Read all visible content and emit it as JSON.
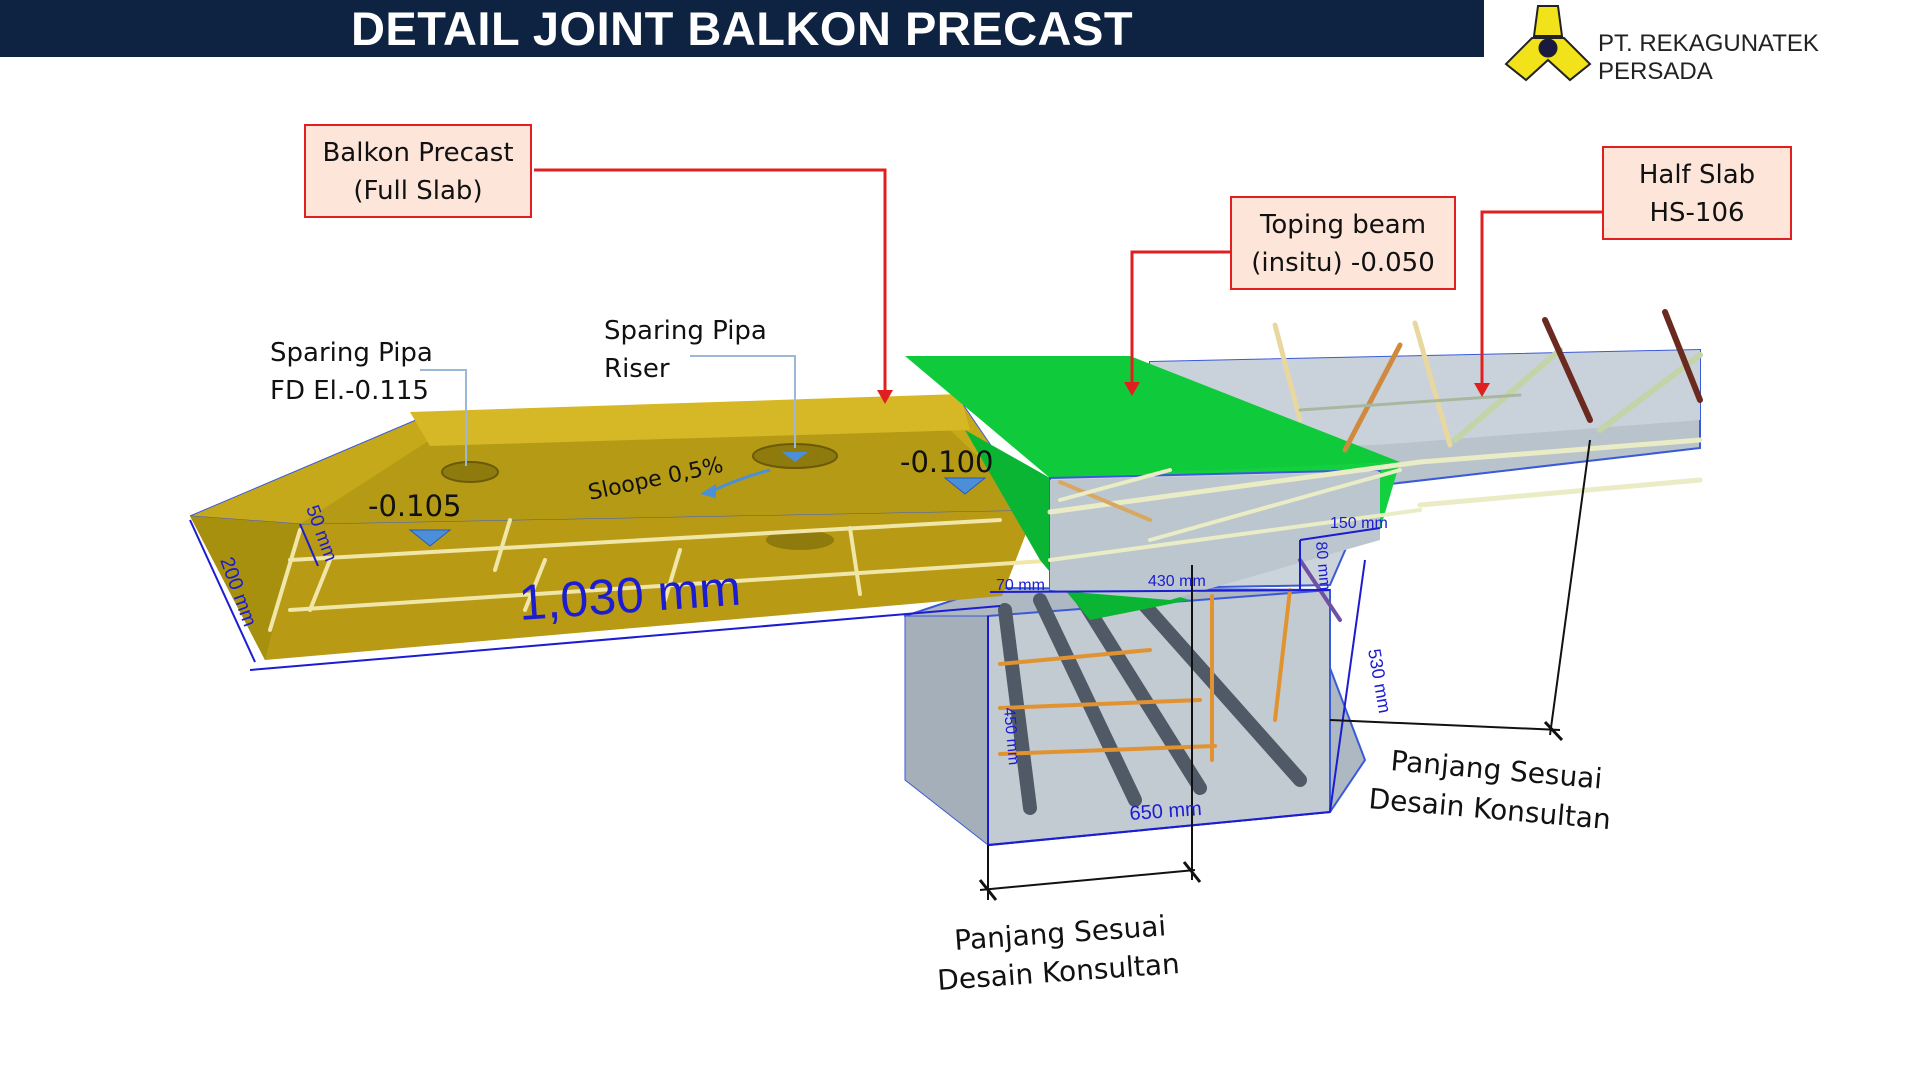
{
  "header": {
    "title": "DETAIL JOINT BALKON PRECAST",
    "company": "PT. REKAGUNATEK PERSADA"
  },
  "callouts": {
    "balkon_line1": "Balkon Precast",
    "balkon_line2": "(Full Slab)",
    "toping_line1": "Toping beam",
    "toping_line2": "(insitu)  -0.050",
    "half_line1": "Half Slab",
    "half_line2": "HS-106"
  },
  "notes": {
    "sparing_fd_line1": "Sparing Pipa",
    "sparing_fd_line2": "FD El.-0.115",
    "sparing_riser_line1": "Sparing Pipa",
    "sparing_riser_line2": "Riser",
    "panjang_line1": "Panjang Sesuai",
    "panjang_line2": "Desain Konsultan"
  },
  "levels": {
    "balkon": "-0.105",
    "beam_edge": "-0.100",
    "slope": "Sloope 0,5%"
  },
  "dimensions": {
    "span": "1,030  mm",
    "balkon_thk": "200 mm",
    "step": "50 mm",
    "beam_offset": "70 mm",
    "beam_top": "430 mm",
    "cover": "150 mm",
    "drop": "80 mm",
    "beam_depth": "530 mm",
    "bar_zone": "450 mm",
    "beam_width": "650  mm"
  },
  "colors": {
    "title_bg": "#0e2241",
    "balkon": "#c6a81b",
    "toping": "#0fca3a",
    "beam": "#b9c3cc",
    "callout_border": "#e02020",
    "callout_fill": "#fde5da",
    "dimension": "#1c1cd0",
    "logo": "#f2e21a"
  }
}
